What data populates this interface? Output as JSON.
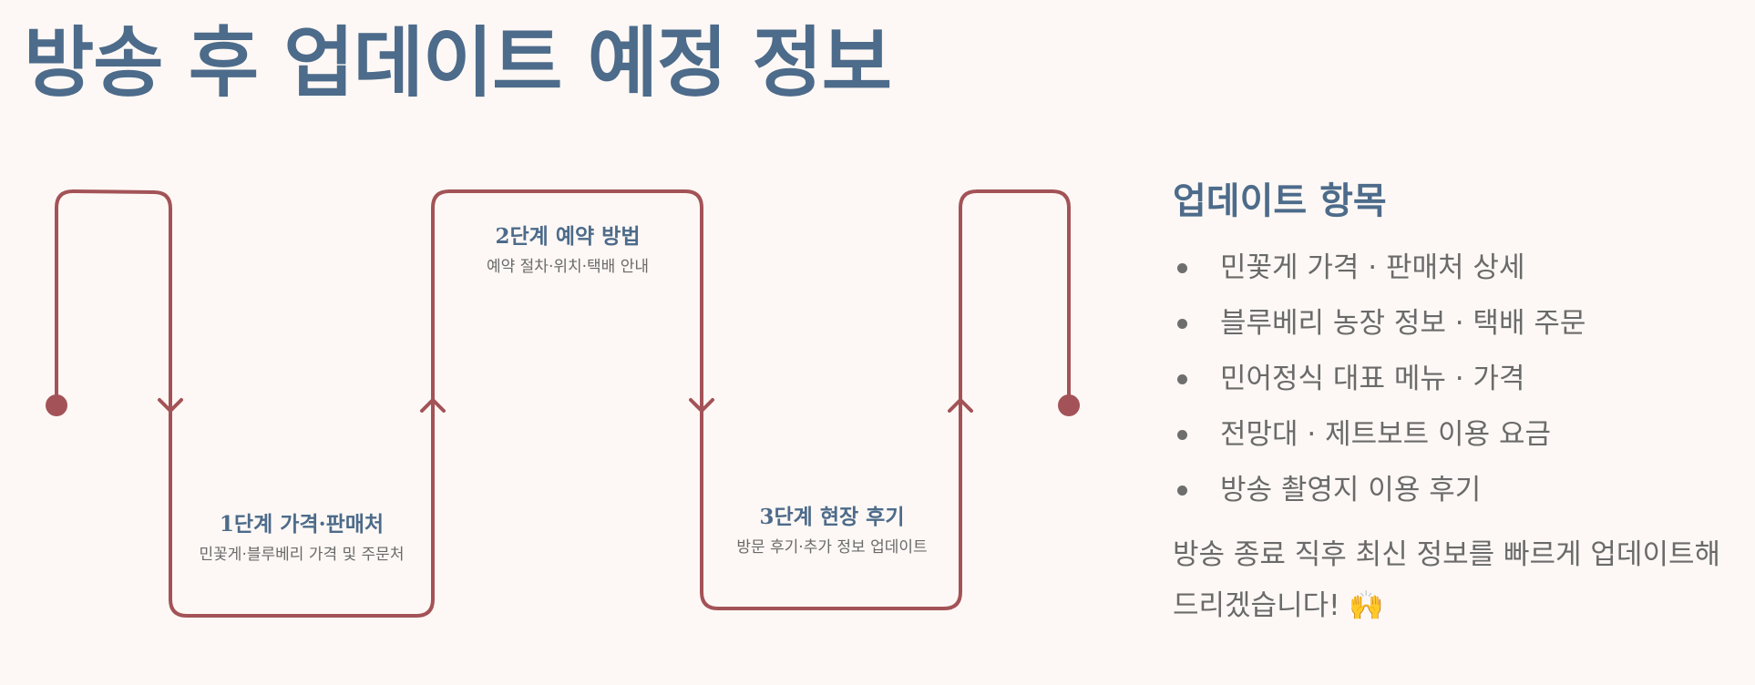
{
  "title": "방송 후 업데이트 예정 정보",
  "colors": {
    "title": "#4d6b8a",
    "flow_line": "#a35357",
    "text": "#6a6a6a",
    "background": "#fdf8f5"
  },
  "flow": {
    "steps": [
      {
        "title": "1단계 가격·판매처",
        "desc": "민꽃게·블루베리 가격 및 주문처"
      },
      {
        "title": "2단계 예약 방법",
        "desc": "예약 절차·위치·택배 안내"
      },
      {
        "title": "3단계 현장 후기",
        "desc": "방문 후기·추가 정보 업데이트"
      }
    ]
  },
  "updates": {
    "heading": "업데이트 항목",
    "items": [
      "민꽃게 가격 · 판매처 상세",
      "블루베리 농장 정보 · 택배 주문",
      "민어정식 대표 메뉴 · 가격",
      "전망대 · 제트보트 이용 요금",
      "방송 촬영지 이용 후기"
    ],
    "closing": "방송 종료 직후 최신 정보를 빠르게 업데이트해 드리겠습니다! 🙌"
  }
}
